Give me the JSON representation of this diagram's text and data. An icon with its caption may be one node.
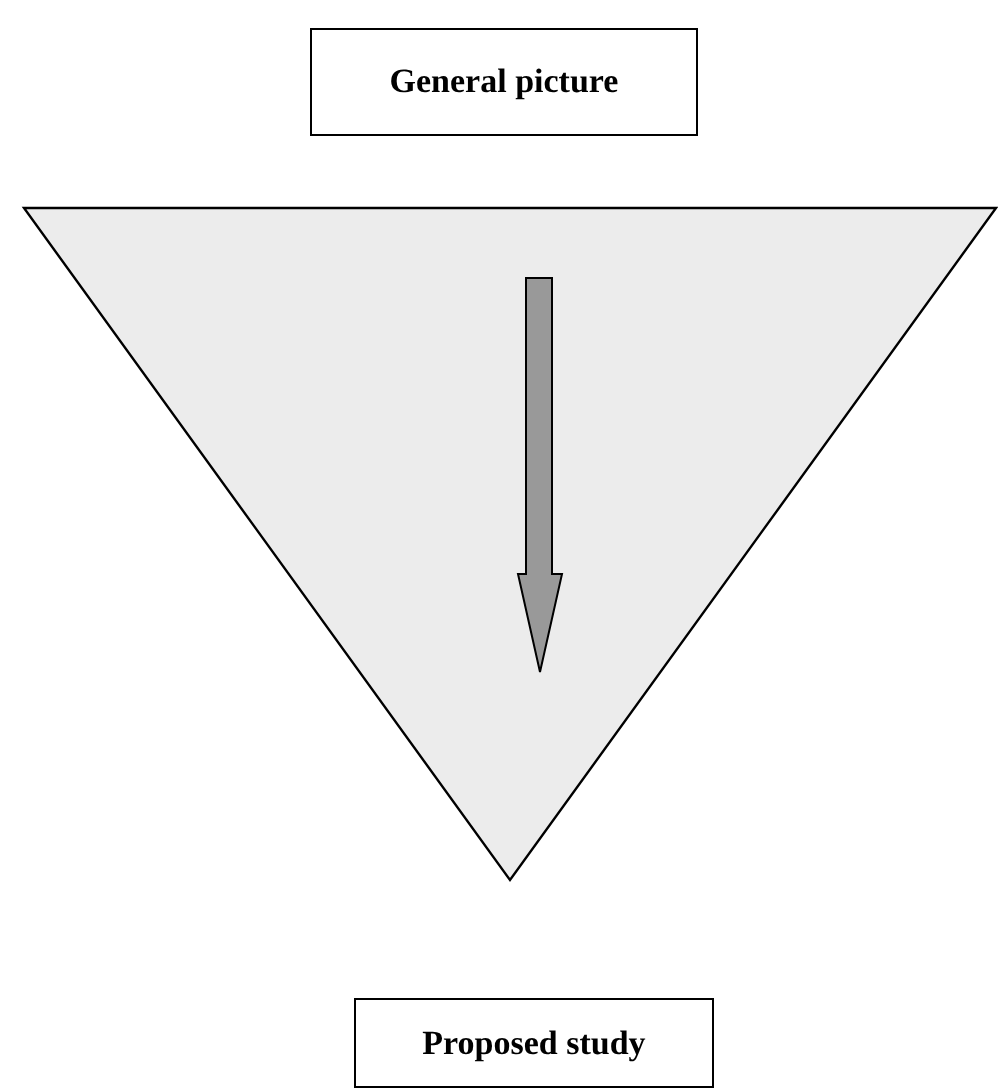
{
  "diagram": {
    "nodes": [
      {
        "text": [
          "General picture"
        ]
      },
      {
        "text": [],
        "shape": "triangle"
      },
      {
        "text": [
          "Proposed study"
        ]
      }
    ]
  }
}
